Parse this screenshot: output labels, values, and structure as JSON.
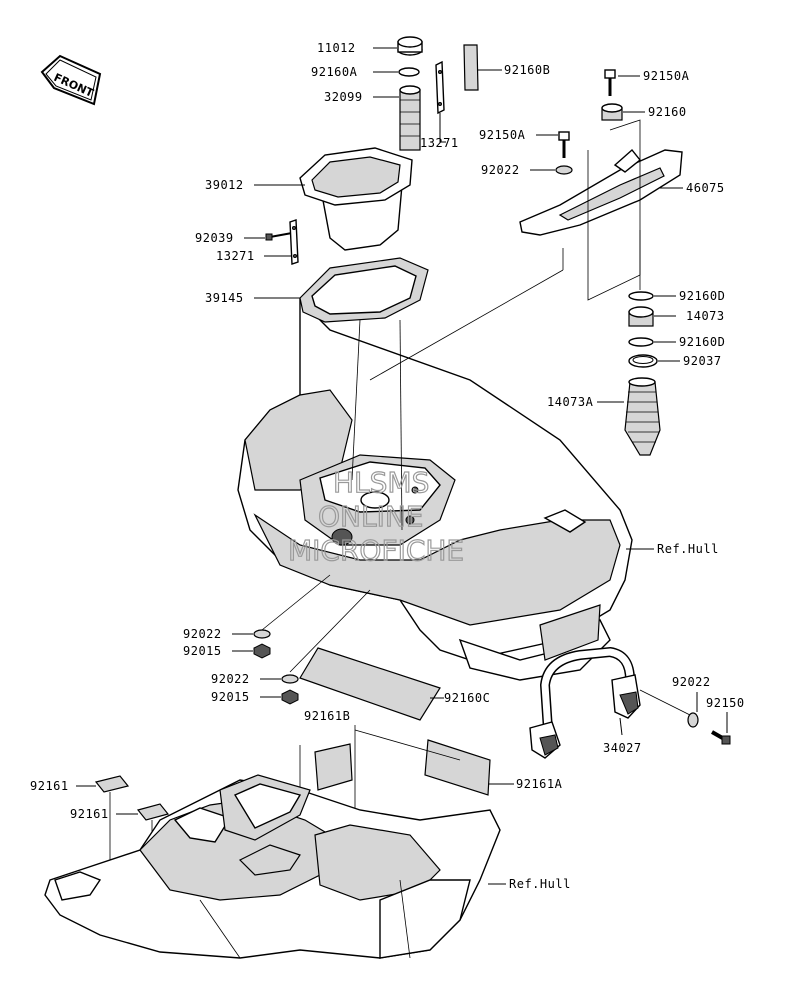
{
  "front_badge": "FRONT",
  "watermark": {
    "line1": "HLSMS",
    "line2": "ONLINE",
    "line3": "MICROFICHE"
  },
  "labels": {
    "p11012": "11012",
    "p92160A": "92160A",
    "p32099": "32099",
    "p13271_top": "13271",
    "p39012": "39012",
    "p92039": "92039",
    "p13271_bot": "13271",
    "p39145": "39145",
    "p92160B": "92160B",
    "p92150A_top": "92150A",
    "p92160": "92160",
    "p92150A_mid": "92150A",
    "p92022_top": "92022",
    "p46075": "46075",
    "p92160D_a": "92160D",
    "p14073": "14073",
    "p92160D_b": "92160D",
    "p92037": "92037",
    "p14073A": "14073A",
    "ref_hull_top": "Ref.Hull",
    "p92022_a": "92022",
    "p92015_a": "92015",
    "p92022_b": "92022",
    "p92015_b": "92015",
    "p92160C": "92160C",
    "p92161B": "92161B",
    "p92161_a": "92161",
    "p92161_b": "92161",
    "p92161A": "92161A",
    "ref_hull_bot": "Ref.Hull",
    "p92022_right": "92022",
    "p92150": "92150",
    "p34027": "34027"
  }
}
